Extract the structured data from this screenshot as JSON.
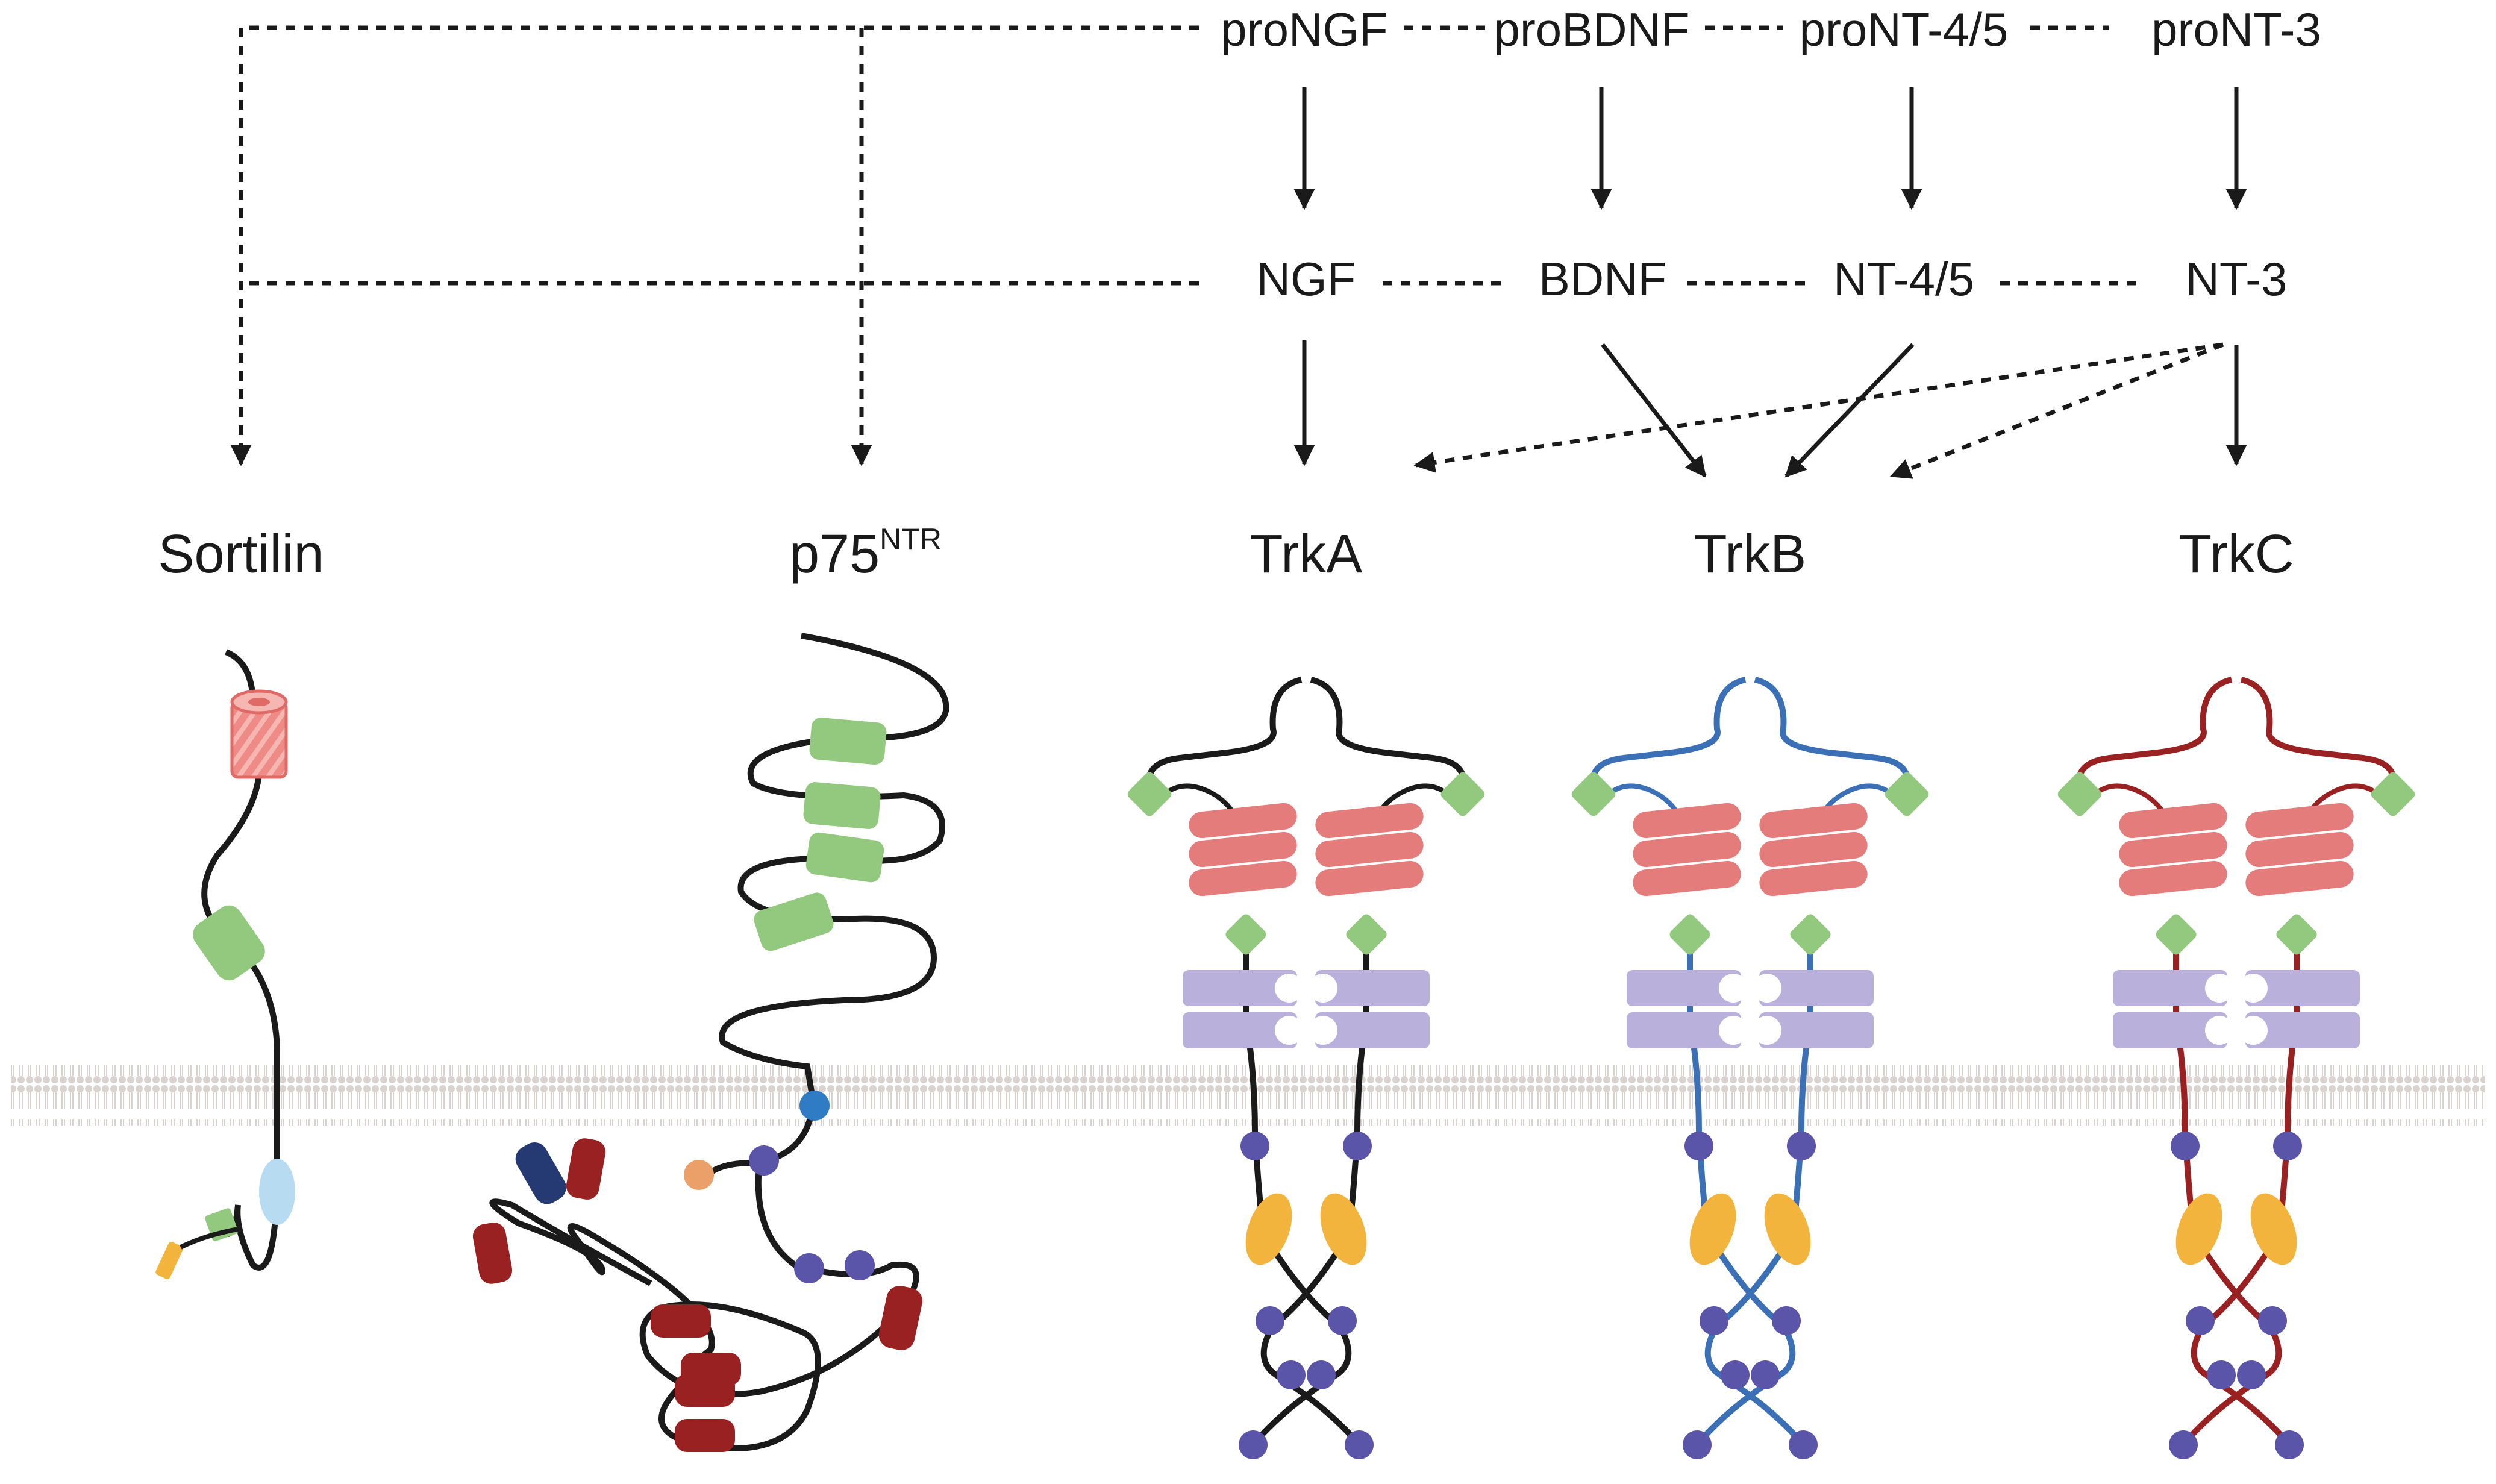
{
  "proneurotrophins": [
    "proNGF",
    "proBDNF",
    "proNT-4/5",
    "proNT-3"
  ],
  "neurotrophins": [
    "NGF",
    "BDNF",
    "NT-4/5",
    "NT-3"
  ],
  "receptors": {
    "sortilin": "Sortilin",
    "p75_base": "p75",
    "p75_sup": "NTR",
    "trka": "TrkA",
    "trkb": "TrkB",
    "trkc": "TrkC"
  },
  "colors": {
    "trka_chain": "#1a1a1a",
    "trkb_chain": "#3b6fb6",
    "trkc_chain": "#9a2121",
    "lrr": "#e57c7c",
    "cys_cluster": "#93c97f",
    "ig_domain": "#b9b0dc",
    "kinase": "#f2b43c",
    "tyrosine": "#5a55a8",
    "p75_death_domain": "#9a2121",
    "membrane": "#d9d2ce"
  }
}
